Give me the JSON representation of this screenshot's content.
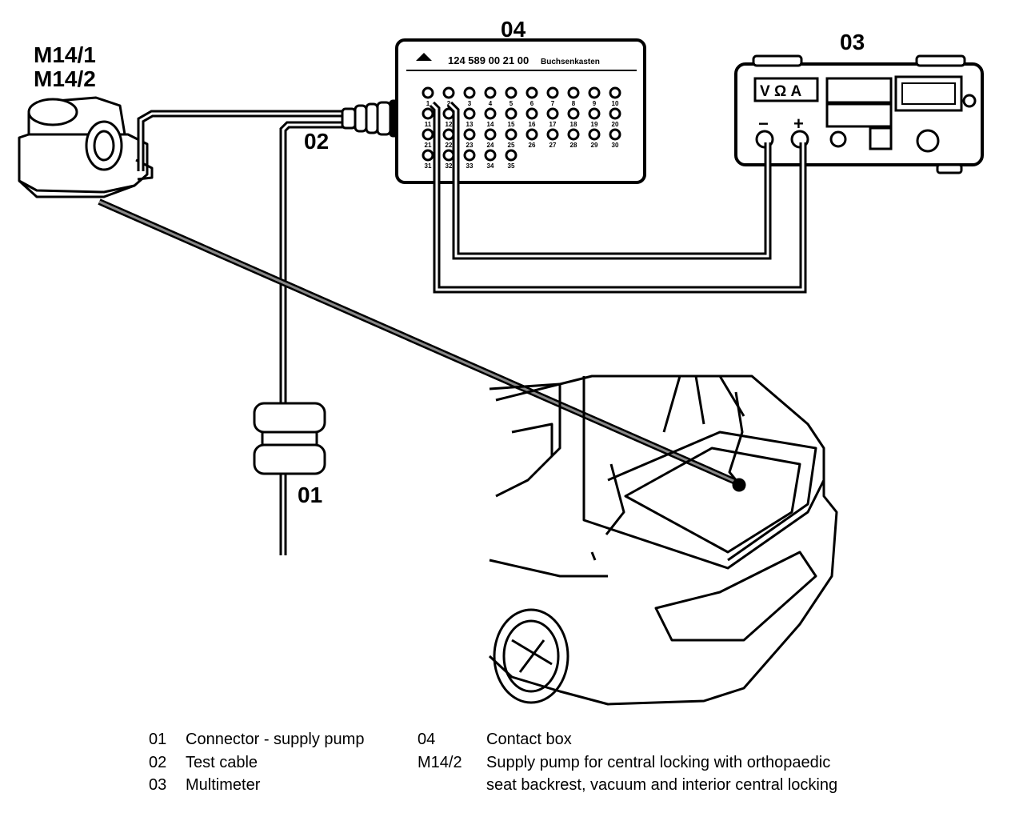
{
  "labels": {
    "pump_a": "M14/1",
    "pump_b": "M14/2",
    "contact_box": "04",
    "multimeter": "03",
    "test_cable": "02",
    "connector": "01",
    "box_part_number": "124 589 00 21 00",
    "box_caption": "Buchsenkasten",
    "meter_modes": "V Ω A",
    "meter_minus": "−",
    "meter_plus": "+"
  },
  "socket_numbers": [
    "1",
    "2",
    "3",
    "4",
    "5",
    "6",
    "7",
    "8",
    "9",
    "10",
    "11",
    "12",
    "13",
    "14",
    "15",
    "16",
    "17",
    "18",
    "19",
    "20",
    "21",
    "22",
    "23",
    "24",
    "25",
    "26",
    "27",
    "28",
    "29",
    "30",
    "31",
    "32",
    "33",
    "34",
    "35"
  ],
  "legend": [
    {
      "code": "01",
      "text": "Connector - supply pump"
    },
    {
      "code": "02",
      "text": "Test cable"
    },
    {
      "code": "03",
      "text": "Multimeter"
    },
    {
      "code": "04",
      "text": "Contact box"
    },
    {
      "code": "M14/2",
      "text": "Supply pump for central locking with orthopaedic"
    },
    {
      "code": "",
      "text": "seat backrest, vacuum and interior central locking"
    }
  ],
  "colors": {
    "ink": "#000000",
    "paper": "#ffffff"
  }
}
